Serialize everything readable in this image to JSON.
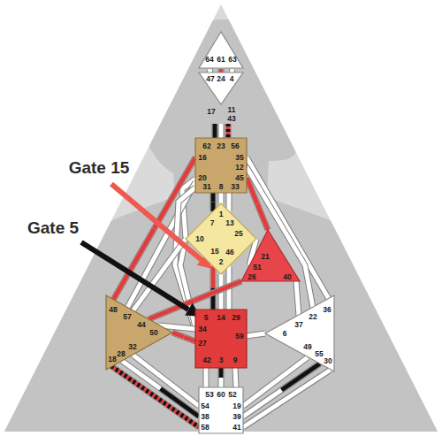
{
  "diagram": {
    "nodes": [
      {
        "text": [
          "64",
          "61",
          "63"
        ]
      },
      {
        "text": [
          "47",
          "24",
          "4",
          "17",
          "11",
          "43"
        ]
      },
      {
        "text": [
          "62",
          "23",
          "56",
          "16",
          "35",
          "12",
          "20",
          "45",
          "31",
          "8",
          "33"
        ]
      },
      {
        "text": [
          "1",
          "7",
          "13",
          "10",
          "25",
          "15",
          "46",
          "2"
        ]
      },
      {
        "text": [
          "21",
          "51",
          "26",
          "40"
        ]
      },
      {
        "text": [
          "48",
          "57",
          "44",
          "50",
          "32",
          "28",
          "18"
        ]
      },
      {
        "text": [
          "5",
          "14",
          "29",
          "34",
          "27",
          "59",
          "42",
          "3",
          "9"
        ]
      },
      {
        "text": [
          "36",
          "22",
          "37",
          "6",
          "49",
          "55",
          "30"
        ]
      },
      {
        "text": [
          "53",
          "60",
          "52",
          "54",
          "38",
          "58",
          "19",
          "39",
          "41"
        ]
      }
    ],
    "edges": [
      {
        "from": 0,
        "to": 1,
        "arrow": "none"
      },
      {
        "from": 0,
        "to": 1,
        "arrow": "none"
      },
      {
        "from": 0,
        "to": 1,
        "arrow": "none"
      },
      {
        "from": 1,
        "to": 2,
        "arrow": "none"
      },
      {
        "from": 1,
        "to": 2,
        "arrow": "none"
      },
      {
        "from": 1,
        "to": 2,
        "arrow": "none"
      },
      {
        "from": 2,
        "to": 3,
        "arrow": "none"
      },
      {
        "from": 2,
        "to": 3,
        "arrow": "none"
      },
      {
        "from": 2,
        "to": 3,
        "arrow": "none"
      },
      {
        "from": 2,
        "to": 3,
        "arrow": "none"
      },
      {
        "from": 2,
        "to": 5,
        "arrow": "none"
      },
      {
        "from": 2,
        "to": 5,
        "arrow": "none"
      },
      {
        "from": 2,
        "to": 6,
        "arrow": "none"
      },
      {
        "from": 2,
        "to": 4,
        "arrow": "none"
      },
      {
        "from": 2,
        "to": 7,
        "arrow": "none"
      },
      {
        "from": 2,
        "to": 7,
        "arrow": "none"
      },
      {
        "from": 3,
        "to": 6,
        "arrow": "none"
      },
      {
        "from": 3,
        "to": 6,
        "arrow": "none"
      },
      {
        "from": 3,
        "to": 6,
        "arrow": "none"
      },
      {
        "from": 3,
        "to": 6,
        "arrow": "none"
      },
      {
        "from": 3,
        "to": 5,
        "arrow": "none"
      },
      {
        "from": 3,
        "to": 4,
        "arrow": "none"
      },
      {
        "from": 4,
        "to": 5,
        "arrow": "none"
      },
      {
        "from": 4,
        "to": 7,
        "arrow": "none"
      },
      {
        "from": 5,
        "to": 6,
        "arrow": "none"
      },
      {
        "from": 5,
        "to": 6,
        "arrow": "none"
      },
      {
        "from": 6,
        "to": 7,
        "arrow": "none"
      },
      {
        "from": 5,
        "to": 8,
        "arrow": "none"
      },
      {
        "from": 5,
        "to": 8,
        "arrow": "none"
      },
      {
        "from": 5,
        "to": 8,
        "arrow": "none"
      },
      {
        "from": 6,
        "to": 8,
        "arrow": "none"
      },
      {
        "from": 6,
        "to": 8,
        "arrow": "none"
      },
      {
        "from": 6,
        "to": 8,
        "arrow": "none"
      },
      {
        "from": 7,
        "to": 8,
        "arrow": "none"
      },
      {
        "from": 7,
        "to": 8,
        "arrow": "none"
      },
      {
        "from": 7,
        "to": 8,
        "arrow": "none"
      }
    ],
    "labels": [
      "Gate 15",
      "Gate 5"
    ]
  }
}
